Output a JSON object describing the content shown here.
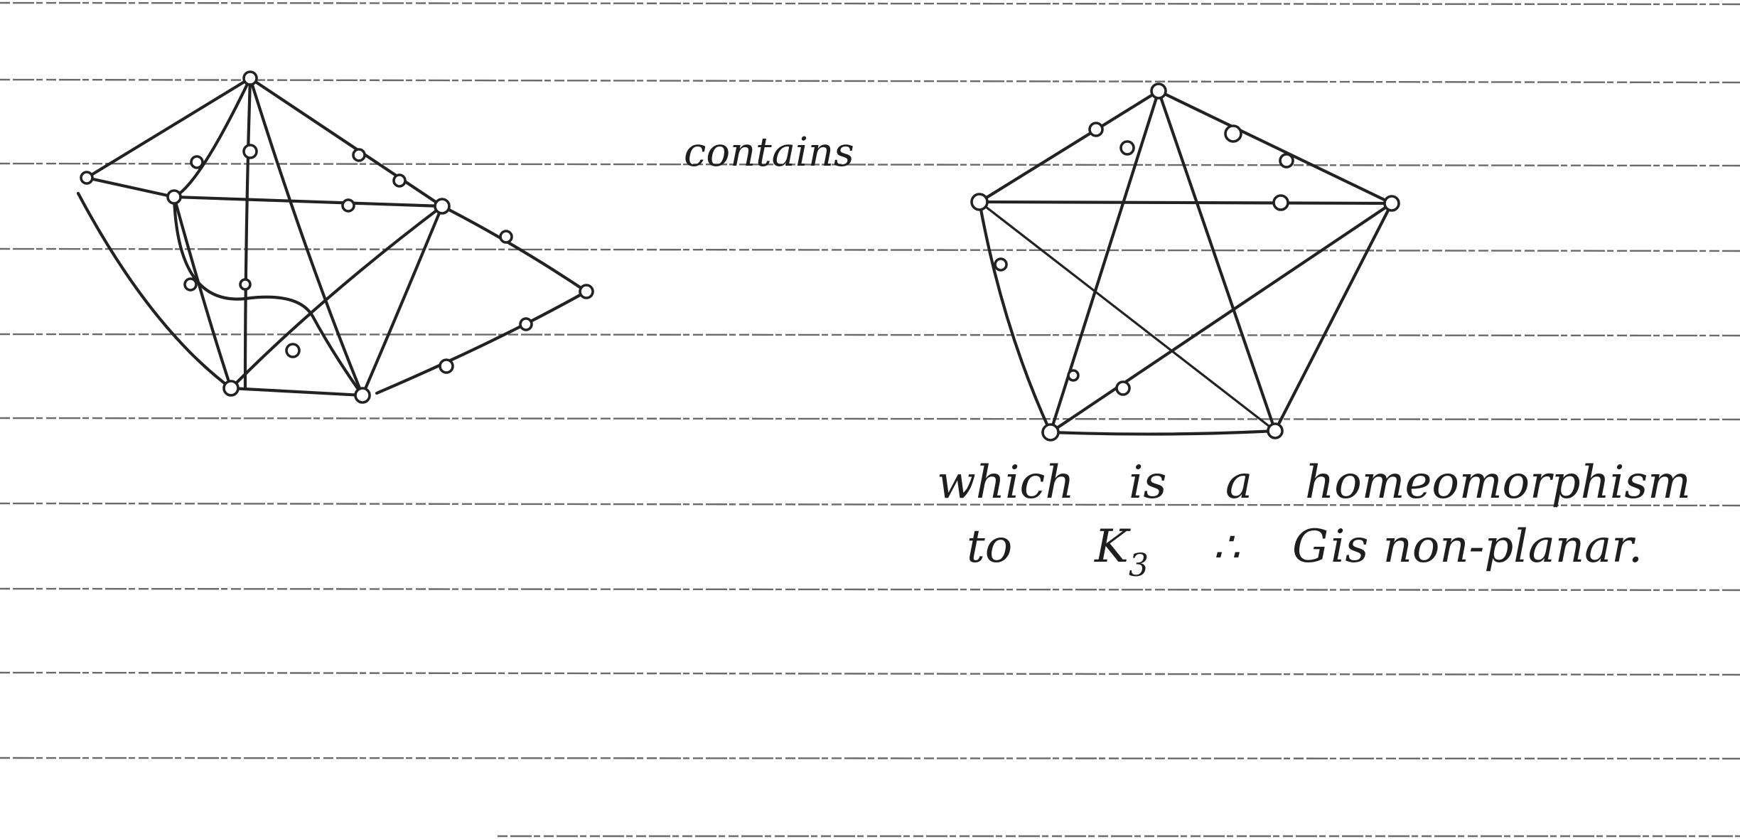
{
  "notes": {
    "word_contains": "contains",
    "line_1": [
      "which",
      "is",
      "a",
      "homeomorphism"
    ],
    "line_2": {
      "to": "to",
      "k_base": "K",
      "k_sub": "3",
      "therefore": "∴",
      "g": "G",
      "rest": "is non-planar."
    }
  },
  "colors": {
    "ink": "#222222",
    "paper": "#ffffff",
    "rule": "#6a6a6a"
  }
}
